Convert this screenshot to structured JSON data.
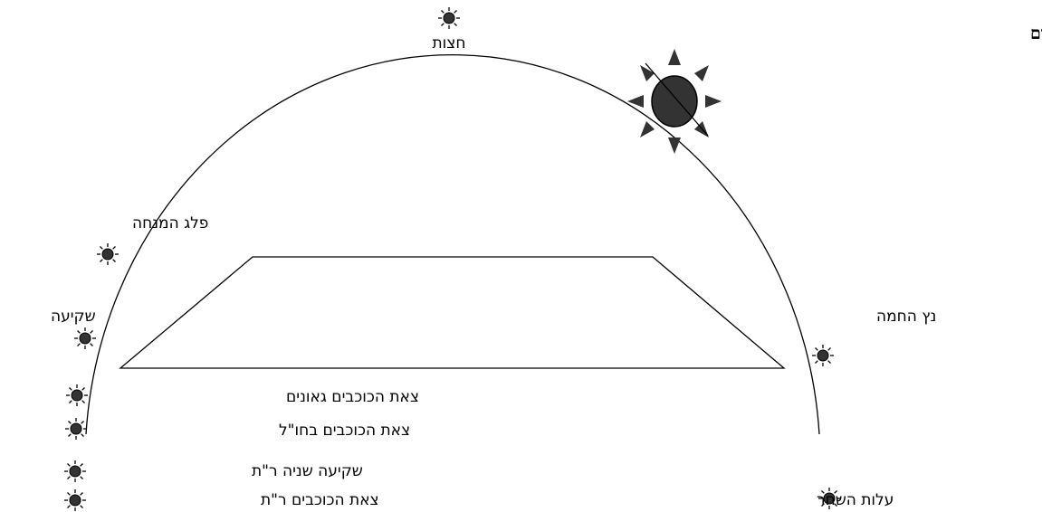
{
  "title": "זמני היום",
  "colors": {
    "line": "#000000",
    "sun_fill": "#333333",
    "icon_fill": "#333333",
    "background": "#ffffff"
  },
  "icon": "sun-icon",
  "times": [
    {
      "id": "chatzot",
      "label": "חצות"
    },
    {
      "id": "plag-haminchah",
      "label": "פלג המנחה"
    },
    {
      "id": "shkiah",
      "label": "שקיעה"
    },
    {
      "id": "tzeit-geonim",
      "label": "צאת הכוכבים גאונים"
    },
    {
      "id": "tzeit-chul",
      "label": "צאת הכוכבים בחו\"ל"
    },
    {
      "id": "shkiah-shniyah-rt",
      "label": "שקיעה שניה ר\"ת"
    },
    {
      "id": "tzeit-rt",
      "label": "צאת הכוכבים ר\"ת"
    },
    {
      "id": "netz-hachamah",
      "label": "נץ החמה"
    },
    {
      "id": "alot-hashachar",
      "label": "עלות השחר"
    }
  ]
}
